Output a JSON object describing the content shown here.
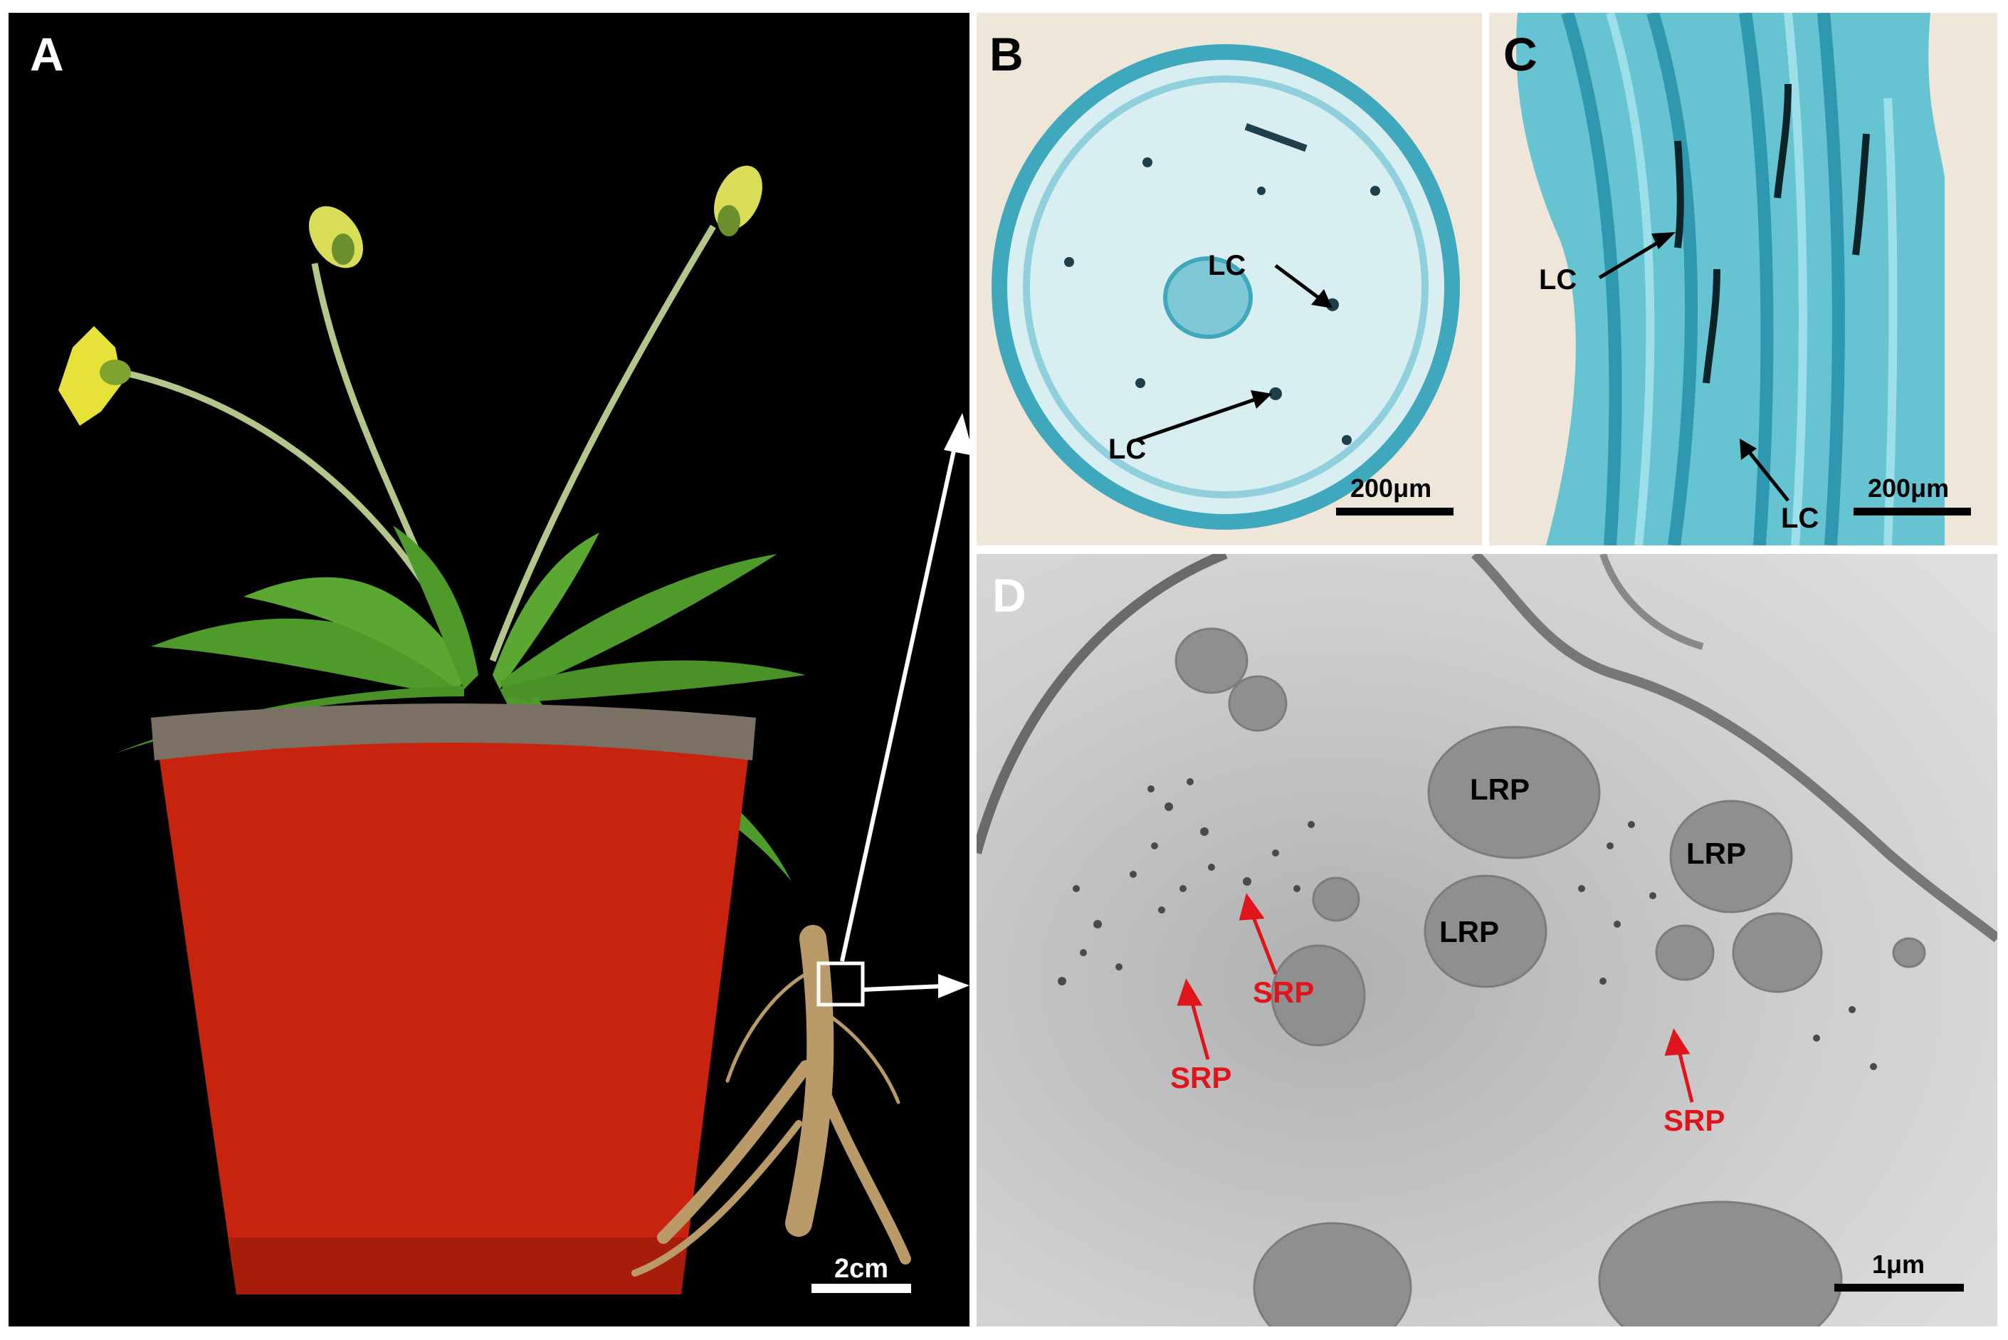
{
  "figure": {
    "panels": [
      {
        "id": "A",
        "label": "A",
        "scale_bar": "2cm",
        "description_subject": "potted plant with root"
      },
      {
        "id": "B",
        "label": "B",
        "scale_bar": "200μm",
        "annotations": [
          "LC",
          "LC"
        ]
      },
      {
        "id": "C",
        "label": "C",
        "scale_bar": "200μm",
        "annotations": [
          "LC",
          "LC"
        ]
      },
      {
        "id": "D",
        "label": "D",
        "scale_bar": "1μm",
        "annotations_lrp": [
          "LRP",
          "LRP",
          "LRP"
        ],
        "annotations_srp": [
          "SRP",
          "SRP",
          "SRP"
        ]
      }
    ]
  },
  "colors": {
    "background_A": "#000000",
    "background_B": "#efe6da",
    "stain": "#3fb0c4",
    "tem_gray": "#c9c9c9",
    "srp_red": "#e0141b",
    "pot_red": "#c8230f",
    "leaf_green": "#4e9a2a",
    "flower_yellow": "#e3e23a"
  }
}
